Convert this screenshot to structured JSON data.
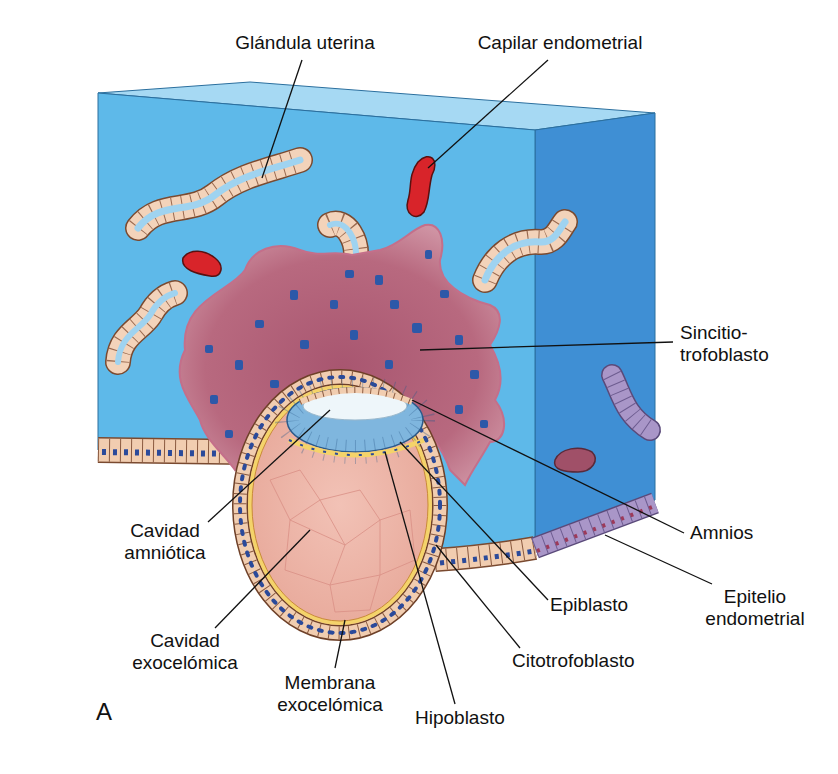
{
  "diagram": {
    "labels": [
      "Glándula uterina",
      "Capilar endometrial",
      "Sincitio-trofoblasto",
      "Amnios",
      "Epitelio endometrial",
      "Epiblasto",
      "Citotrofoblasto",
      "Hipoblasto",
      "Membrana exocelómica",
      "Cavidad exocelómica",
      "Cavidad amniótica",
      "A"
    ]
  }
}
